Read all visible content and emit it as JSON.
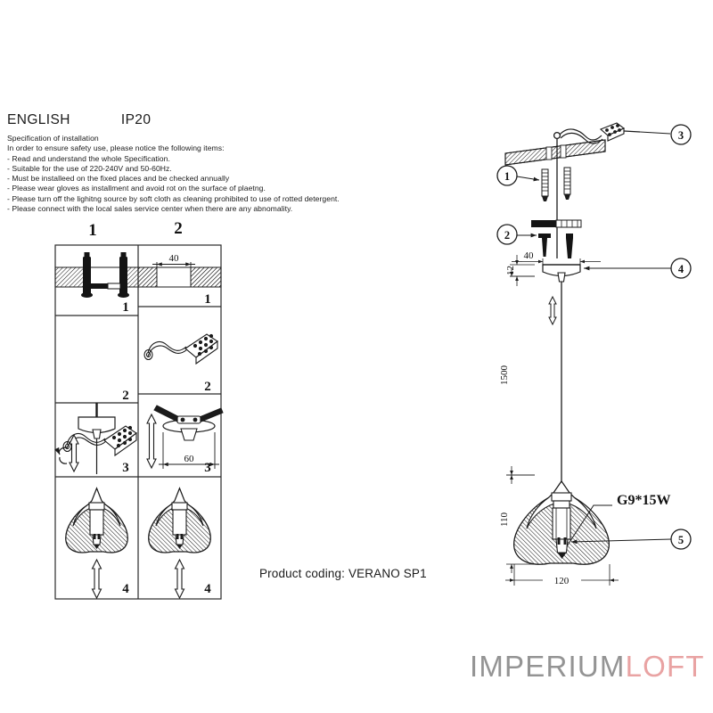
{
  "header": {
    "language": "ENGLISH",
    "ip_rating": "IP20"
  },
  "specification": {
    "title": "Specification of installation",
    "intro": "In order to ensure safety use, please notice the following items:",
    "items": [
      "- Read and understand the whole Specification.",
      "- Suitable for the use of 220-240V and 50-60Hz.",
      "- Must be installeed on the fixed places and be checked annually",
      "- Please wear gloves as installment and avoid rot on the surface of plaetng.",
      "- Please turn off the lighitng source by soft cloth as cleaning prohibited to use of rotted detergent.",
      "- Please connect with the local sales service center when there are any abnomality."
    ]
  },
  "steps_panel": {
    "column_headers": [
      "1",
      "2"
    ],
    "column1_steps": [
      "1",
      "2",
      "3",
      "4"
    ],
    "column2_steps": [
      "1",
      "2",
      "3",
      "4"
    ],
    "col2_dim_ceiling": "40",
    "col2_dim_bracket": "60"
  },
  "assembly": {
    "callouts": [
      {
        "id": "1",
        "label": "1"
      },
      {
        "id": "2",
        "label": "2"
      },
      {
        "id": "3",
        "label": "3"
      },
      {
        "id": "4",
        "label": "4"
      },
      {
        "id": "5",
        "label": "5"
      }
    ],
    "dimensions": {
      "canopy_width": "40",
      "canopy_height": "12",
      "drop_length": "1500",
      "shade_height": "110",
      "shade_width": "120"
    },
    "lamp_spec": "G9*15W"
  },
  "product": {
    "coding_label": "Product coding: VERANO SP1"
  },
  "branding": {
    "logo_part1": "IMPERIUM",
    "logo_part2": "LOFT",
    "color_part1": "#949494",
    "color_part2": "#e9a3a3"
  }
}
